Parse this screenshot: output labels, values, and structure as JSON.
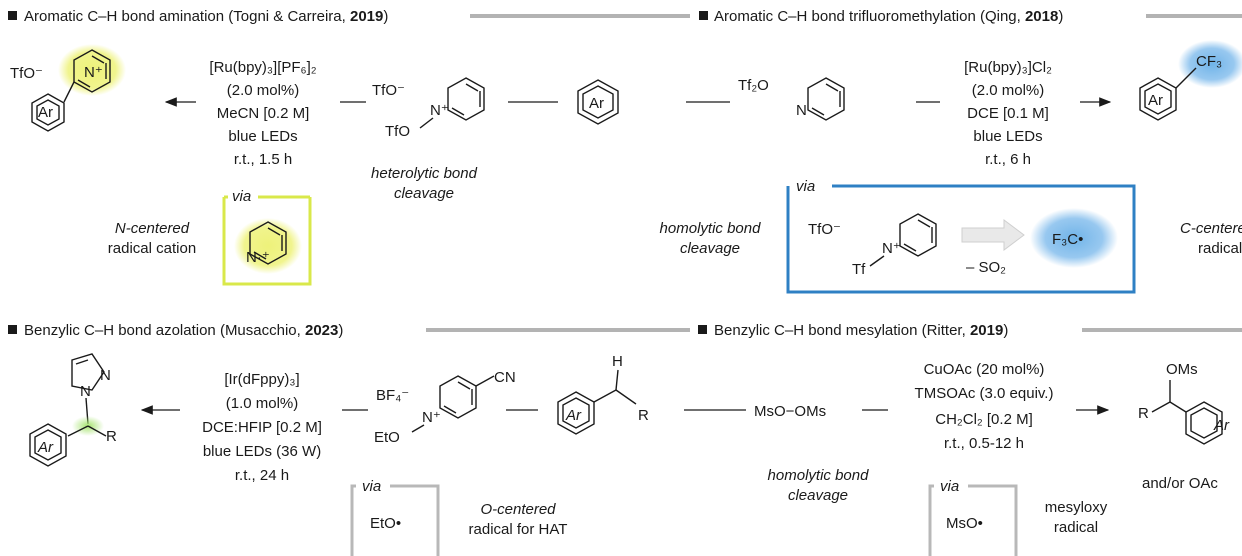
{
  "panels": {
    "p1": {
      "title_main": "Aromatic C–H bond amination (Togni & Carreira, ",
      "title_year": "2019",
      "title_close": ")",
      "product_counterion": "TfO⁻",
      "product_ring_label": "Ar",
      "product_n": "N⁺",
      "conditions": [
        "[Ru(bpy)₃][PF₆]₂",
        "(2.0 mol%)",
        "MeCN [0.2 M]",
        "blue LEDs",
        "r.t., 1.5 h"
      ],
      "reagent_counterion": "TfO⁻",
      "reagent_n": "N⁺",
      "reagent_sub": "TfO",
      "reagent_note": [
        "heterolytic bond",
        "cleavage"
      ],
      "arene_label": "Ar",
      "via_label": "via",
      "via_n": "N·⁺",
      "radical_label": [
        "N-centered",
        "radical cation"
      ]
    },
    "p2": {
      "title_main": "Aromatic C–H bond trifluoromethylation (Qing, ",
      "title_year": "2018",
      "title_close": ")",
      "reagent": "Tf₂O",
      "pyridine_n": "N",
      "conditions": [
        "[Ru(bpy)₃]Cl₂",
        "(2.0 mol%)",
        "DCE [0.1 M]",
        "blue LEDs",
        "r.t., 6 h"
      ],
      "product_ring_label": "Ar",
      "product_group": "CF₃",
      "via_label": "via",
      "cleavage": [
        "homolytic bond",
        "cleavage"
      ],
      "via_counterion": "TfO⁻",
      "via_n": "N⁺",
      "via_sub": "Tf",
      "via_loss": "– SO₂",
      "via_radical": "F₃C•",
      "radical_label": [
        "C-centered",
        "radical"
      ]
    },
    "p3": {
      "title_main": "Benzylic C–H bond azolation (Musacchio, ",
      "title_year": "2023",
      "title_close": ")",
      "product_ring_label": "Ar",
      "product_r": "R",
      "pyrazole_n1": "N",
      "pyrazole_n2": "N",
      "conditions": [
        "[Ir(dFppy)₃]",
        "(1.0 mol%)",
        "DCE:HFIP [0.2 M]",
        "blue LEDs (36 W)",
        "r.t., 24 h"
      ],
      "reagent_counterion": "BF₄⁻",
      "reagent_cn": "CN",
      "reagent_n": "N⁺",
      "reagent_sub": "EtO",
      "substrate_h": "H",
      "substrate_r": "R",
      "substrate_ring_label": "Ar",
      "via_label": "via",
      "via_radical": "EtO•",
      "radical_label": [
        "O-centered",
        "radical for HAT"
      ]
    },
    "p4": {
      "title_main": "Benzylic C–H bond mesylation (Ritter, ",
      "title_year": "2019",
      "title_close": ")",
      "reagent": "MsO−OMs",
      "cleavage": [
        "homolytic bond",
        "cleavage"
      ],
      "conditions": [
        "CuOAc (20 mol%)",
        "TMSOAc (3.0 equiv.)",
        "CH₂Cl₂ [0.2 M]",
        "r.t., 0.5-12 h"
      ],
      "product_group": "OMs",
      "product_r": "R",
      "product_ring_label": "Ar",
      "product_note": "and/or OAc",
      "via_label": "via",
      "via_radical": "MsO•",
      "radical_label": [
        "mesyloxy",
        "radical"
      ]
    }
  },
  "colors": {
    "yellow_highlight": "#eef27a",
    "yellow_box": "#d9e84a",
    "blue_box": "#2f80c4",
    "blue_glow": "#6fb3e8",
    "green_glow": "#a6e36f",
    "header_line": "#b3b3b3",
    "gray_box": "#b8b8b8",
    "arrow_fill": "#e9e9e9"
  }
}
